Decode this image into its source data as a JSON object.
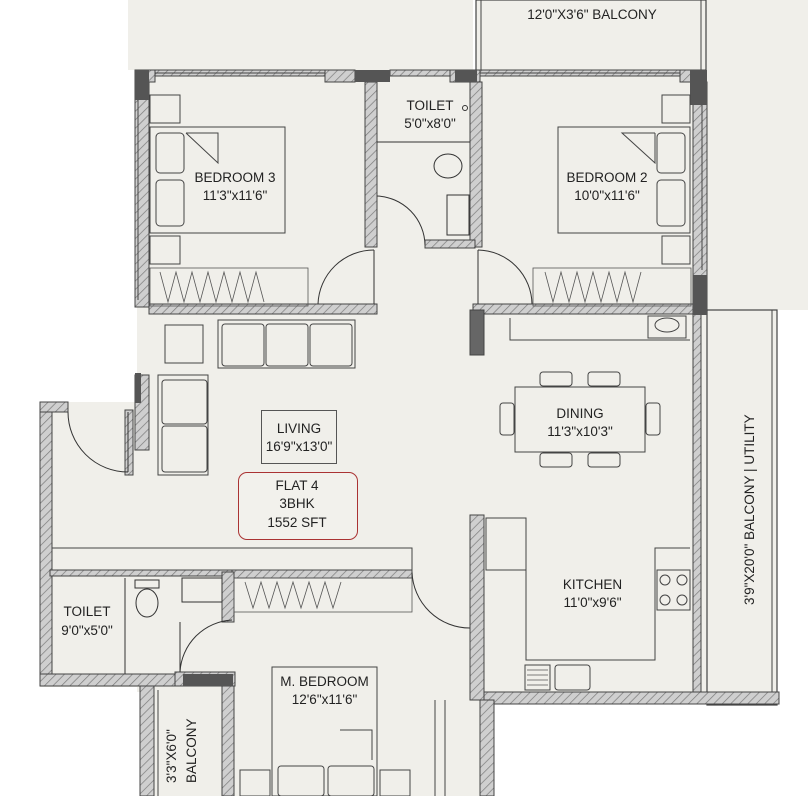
{
  "labels": {
    "balcony_top": "12'0\"X3'6\"  BALCONY",
    "toilet1_name": "TOILET",
    "toilet1_size": "5'0\"x8'0\"",
    "bedroom3_name": "BEDROOM 3",
    "bedroom3_size": "11'3\"x11'6\"",
    "bedroom2_name": "BEDROOM 2",
    "bedroom2_size": "10'0\"x11'6\"",
    "living_name": "LIVING",
    "living_size": "16'9\"x13'0\"",
    "flat_name": "FLAT 4",
    "flat_type": "3BHK",
    "flat_area": "1552 SFT",
    "dining_name": "DINING",
    "dining_size": "11'3\"x10'3\"",
    "kitchen_name": "KITCHEN",
    "kitchen_size": "11'0\"x9'6\"",
    "balcony_utility": "3'9\"X20'0\" BALCONY | UTILITY",
    "toilet2_name": "TOILET",
    "toilet2_size": "9'0\"x5'0\"",
    "mbedroom_name": "M. BEDROOM",
    "mbedroom_size": "12'6\"x11'6\"",
    "balcony_small_size": "3'3\"X6'0\"",
    "balcony_small_name": "BALCONY"
  },
  "colors": {
    "floor": "#f0efea",
    "wall_hatch": "#a8a8a8",
    "wall_dark": "#555555",
    "line": "#333333",
    "flat_border": "#a33333"
  }
}
